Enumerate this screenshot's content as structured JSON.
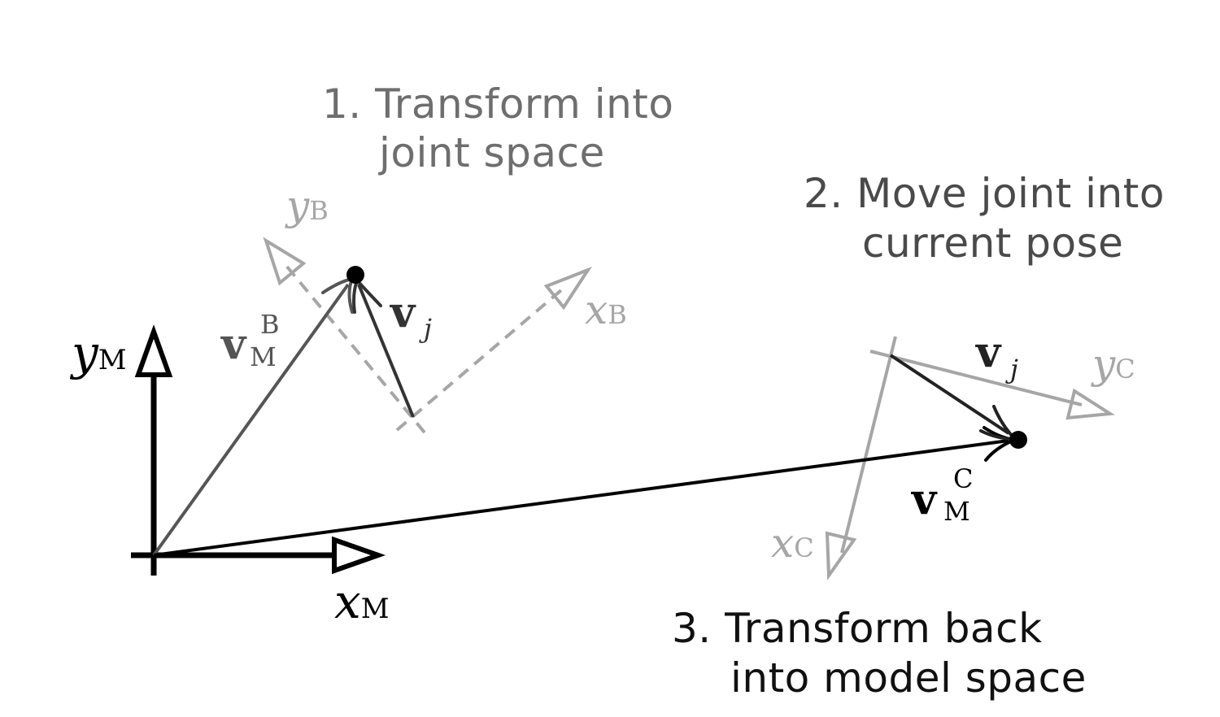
{
  "steps": {
    "step1": {
      "line1": "1. Transform into",
      "line2": "joint space",
      "color": "#6e6e6e"
    },
    "step2": {
      "line1": "2. Move joint into",
      "line2": "current pose",
      "color": "#4a4a4a"
    },
    "step3": {
      "line1": "3. Transform back",
      "line2": "into model space",
      "color": "#111111"
    }
  },
  "axes": {
    "model": {
      "x_var": "x",
      "x_sub": "M",
      "y_var": "y",
      "y_sub": "M",
      "color": "#000000"
    },
    "bind": {
      "x_var": "x",
      "x_sub": "B",
      "y_var": "y",
      "y_sub": "B",
      "color": "#a6a6a6"
    },
    "current": {
      "x_var": "x",
      "x_sub": "C",
      "y_var": "y",
      "y_sub": "C",
      "color": "#a6a6a6"
    }
  },
  "vectors": {
    "v_m_b": {
      "symbol": "v",
      "sub": "M",
      "sup": "B",
      "color": "#555555"
    },
    "v_j_bind": {
      "symbol": "v",
      "sub": "j",
      "color": "#333333"
    },
    "v_j_current": {
      "symbol": "v",
      "sub": "j",
      "color": "#222222"
    },
    "v_m_c": {
      "symbol": "v",
      "sub": "M",
      "sup": "C",
      "color": "#000000"
    }
  }
}
